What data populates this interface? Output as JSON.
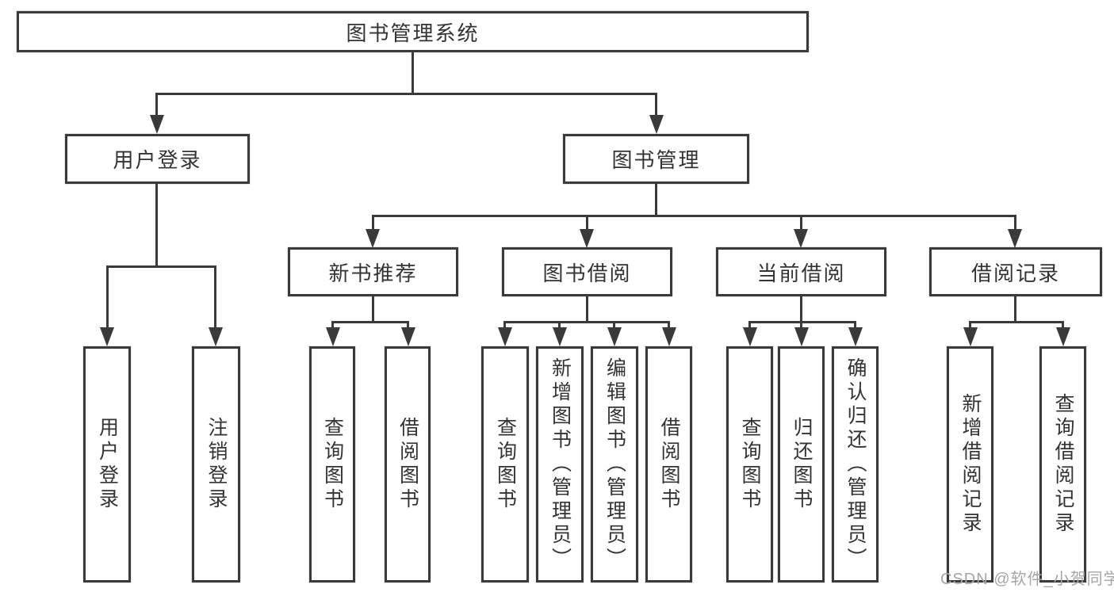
{
  "diagram_type": "hierarchy-tree",
  "colors": {
    "line": "#3a3a3a",
    "border": "#3a3a3a",
    "text": "#333333",
    "background": "#ffffff",
    "watermark": "#a6a6a6"
  },
  "nodes": {
    "root": "图书管理系统",
    "user_login": "用户登录",
    "book_management": "图书管理",
    "new_book_recommend": "新书推荐",
    "book_borrowing": "图书借阅",
    "current_borrowing": "当前借阅",
    "borrowing_records": "借阅记录",
    "leaf_user_login": "用户登录",
    "leaf_logout": "注销登录",
    "leaf_nb_query_book": "查询图书",
    "leaf_nb_borrow_book": "借阅图书",
    "leaf_bb_query_book": "查询图书",
    "leaf_bb_add_book": "新增图书（管理员）",
    "leaf_bb_edit_book": "编辑图书（管理员）",
    "leaf_bb_borrow_book": "借阅图书",
    "leaf_cb_query_book": "查询图书",
    "leaf_cb_return_book": "归还图书",
    "leaf_cb_confirm_return": "确认归还（管理员）",
    "leaf_br_add_record": "新增借阅记录",
    "leaf_br_query_record": "查询借阅记录"
  },
  "hierarchy": {
    "图书管理系统": {
      "用户登录": [
        "用户登录",
        "注销登录"
      ],
      "图书管理": {
        "新书推荐": [
          "查询图书",
          "借阅图书"
        ],
        "图书借阅": [
          "查询图书",
          "新增图书（管理员）",
          "编辑图书（管理员）",
          "借阅图书"
        ],
        "当前借阅": [
          "查询图书",
          "归还图书",
          "确认归还（管理员）"
        ],
        "借阅记录": [
          "新增借阅记录",
          "查询借阅记录"
        ]
      }
    }
  },
  "watermark": "CSDN @软件_小贺同学"
}
